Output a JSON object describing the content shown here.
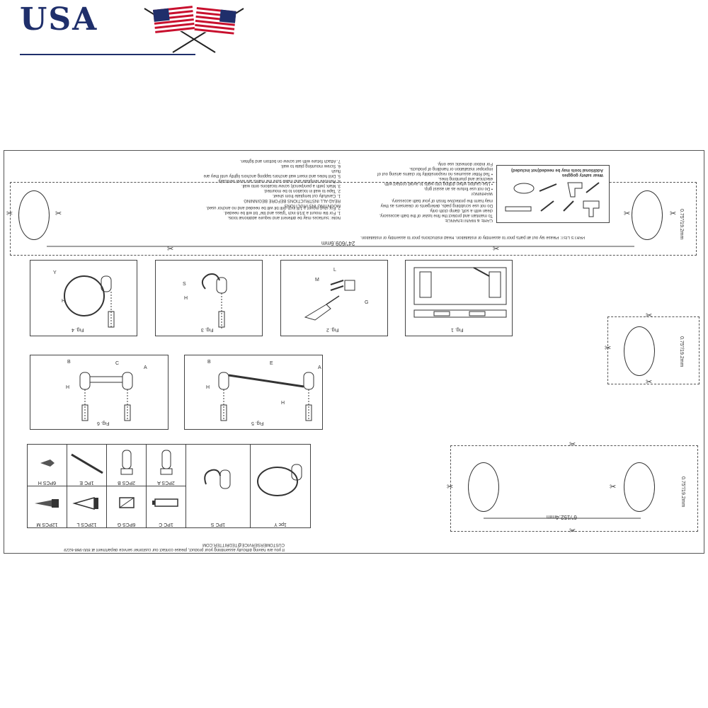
{
  "logo": {
    "text": "USA",
    "icon": "crossed-us-flags-icon"
  },
  "instructions": {
    "mounting": "MOUNTING INSTRUCTIONS\nREAD ALL INSTRUCTIONS BEFORE BEGINNING\n1. Carefully cut template from sheet.\n2. Tape to wall in location to be mounted.\n3. Mark (with a pen/pencil) screw locations onto wall.\n4. Remove template and make sure the marks are level vertically.\n5. Drill holes and insert wall anchors tapping anchors lightly until they are flush\n6. Screw mounting plate to wall.\n7. Attach fixture with set screw on bottom and tighten.",
    "note": "Note: Surfaces may be different and require additional tools.\n1. For tile mount a 3/16 inch \"glass and tile\" bit will be needed.\n2. For stud mount a 1/8 inch drill bit will be needed and no anchor used.",
    "warning": "WARNING!\n• Do not use fixture as an assist grip.\n• Use caution when drilling into walls to avoid contact with\nelectrical and plumbing lines.\n• Ted Ritter assumes no responsibility for claims arising out of\nimproper installation or handling of products.\nFor indoor domestic use only.",
    "care": "CARE & MAINTENANCE\nTo maintain and protect the fine luster of the bath accessory,\nclean with a soft, damp cloth only.\nDo not use scrubbing pads, detergents or cleansers as they\nmay harm the protective finish of your bath accessory.",
    "parts_list": "PARTS LIST: Please lay out all parts prior to assembly or installation. Read instructions prior to assembly or installation.",
    "tools_note": "Wear safety goggles\nAdditional tools may be needed(not included)",
    "tools": [
      "Hammer",
      "Goggle",
      "Drill bit(6mm/1/4\")",
      "Electric drill",
      "Spirit level",
      "slotted screwdriver",
      "Mark pen",
      "Phillips screwdriver"
    ],
    "footer": "If you are having difficulty assembling your product, please contact our customer service department at 800-968-6229\nCUSTOMERSERVICE@TEDRITTER.COM"
  },
  "dimensions": {
    "long": "24\"/609.6mm",
    "short": "6\"/152.4mm",
    "plate_right": "0.75\"/19.2mm",
    "plate_mid": "0.75\"/19.2mm",
    "plate_bottom": "0.75\"/19.2mm"
  },
  "figures": {
    "fig1": "Fig. 1",
    "fig2": "Fig. 2",
    "fig3": "Fig. 3",
    "fig4": "Fig. 4",
    "fig5": "Fig. 5",
    "fig6": "Fig. 6"
  },
  "letters": {
    "Y": "Y",
    "H": "H",
    "S": "S",
    "L": "L",
    "M": "M",
    "G": "G",
    "A": "A",
    "B": "B",
    "C": "C",
    "E": "E"
  },
  "parts": [
    {
      "code": "H",
      "qty": "6PCS"
    },
    {
      "code": "E",
      "qty": "1PC"
    },
    {
      "code": "B",
      "qty": "2PCS"
    },
    {
      "code": "A",
      "qty": "2PCS"
    },
    {
      "code": "S",
      "qty": "1PC"
    },
    {
      "code": "Y",
      "qty": "1pc"
    },
    {
      "code": "M",
      "qty": "12PCS"
    },
    {
      "code": "L",
      "qty": "12PCS"
    },
    {
      "code": "G",
      "qty": "6PCS"
    },
    {
      "code": "C",
      "qty": "1PC"
    }
  ],
  "colors": {
    "navy": "#1f2f6b",
    "red": "#c8102e",
    "line": "#444444"
  }
}
